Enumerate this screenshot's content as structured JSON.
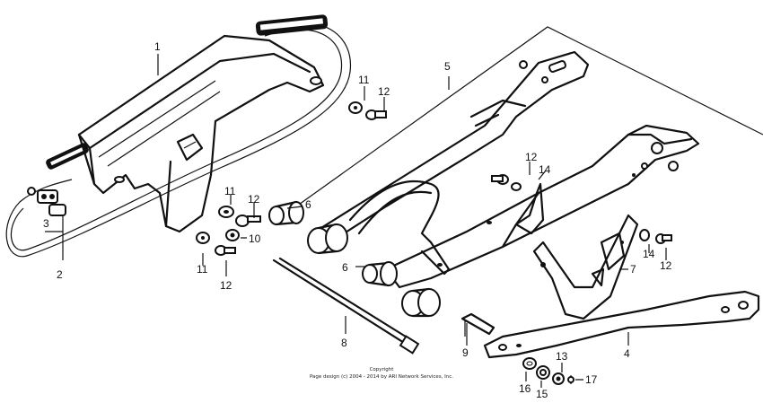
{
  "diagram": {
    "callouts": [
      {
        "id": "c1",
        "text": "1"
      },
      {
        "id": "c2",
        "text": "2"
      },
      {
        "id": "c3",
        "text": "3"
      },
      {
        "id": "c4",
        "text": "4"
      },
      {
        "id": "c5",
        "text": "5"
      },
      {
        "id": "c6a",
        "text": "6"
      },
      {
        "id": "c6b",
        "text": "6"
      },
      {
        "id": "c7",
        "text": "7"
      },
      {
        "id": "c8",
        "text": "8"
      },
      {
        "id": "c9",
        "text": "9"
      },
      {
        "id": "c10",
        "text": "10"
      },
      {
        "id": "c11a",
        "text": "11"
      },
      {
        "id": "c11b",
        "text": "11"
      },
      {
        "id": "c11c",
        "text": "11"
      },
      {
        "id": "c12a",
        "text": "12"
      },
      {
        "id": "c12b",
        "text": "12"
      },
      {
        "id": "c12c",
        "text": "12"
      },
      {
        "id": "c12d",
        "text": "12"
      },
      {
        "id": "c12e",
        "text": "12"
      },
      {
        "id": "c13",
        "text": "13"
      },
      {
        "id": "c14a",
        "text": "14"
      },
      {
        "id": "c14b",
        "text": "14"
      },
      {
        "id": "c15",
        "text": "15"
      },
      {
        "id": "c16",
        "text": "16"
      },
      {
        "id": "c17",
        "text": "17"
      }
    ],
    "copyright_line1": "Copyright",
    "copyright_line2": "Page design (c) 2004 - 2014 by ARI Network Services, Inc."
  }
}
